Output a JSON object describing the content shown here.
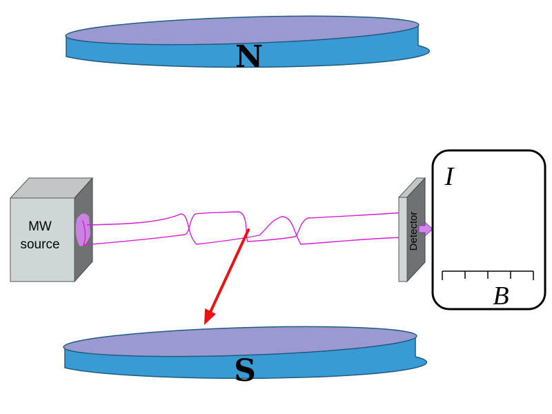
{
  "magnets": {
    "north": {
      "label": "N"
    },
    "south": {
      "label": "S"
    }
  },
  "source": {
    "line1": "MW",
    "line2": "source"
  },
  "detector": {
    "label": "Detector"
  },
  "display": {
    "y_label": "I",
    "x_label": "B"
  },
  "colors": {
    "magnet_side": "#3a9ad4",
    "magnet_top": "#9b9ad0",
    "magnet_edge": "#1f5a80",
    "box_front": "#cfd6d6",
    "box_side": "#6f7272",
    "box_top": "#c2c6c6",
    "wave": "#d61cd6",
    "arrow": "#ee1111",
    "port": "#d585ee"
  },
  "icons": {
    "out_arrow": "right-arrow-icon"
  }
}
